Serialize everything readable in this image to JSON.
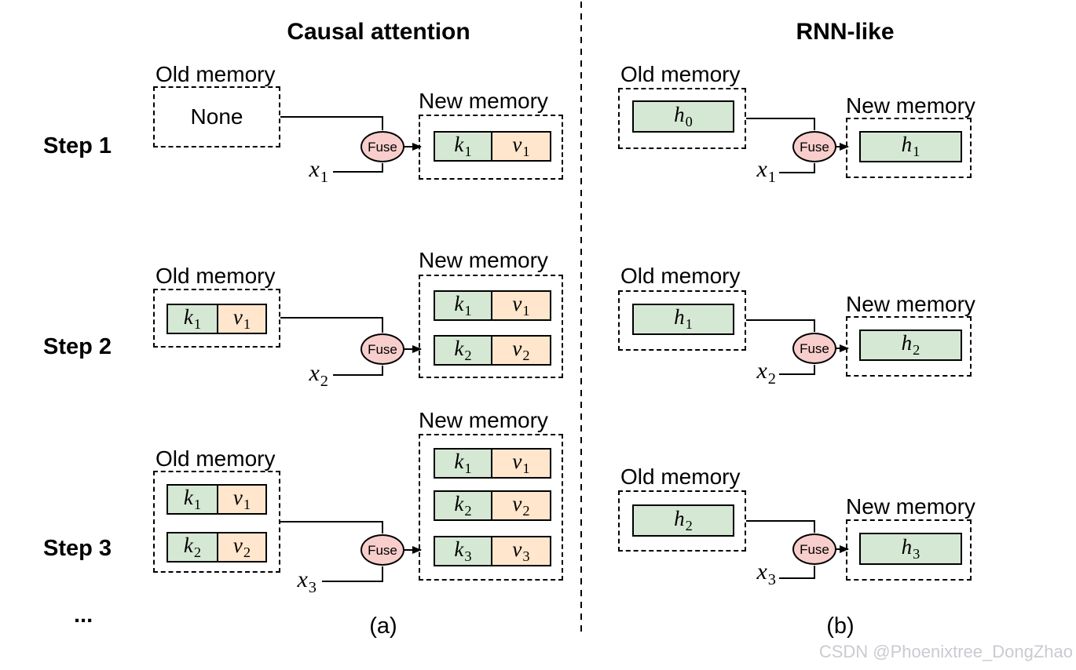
{
  "colors": {
    "key_green": "#d5e8d4",
    "value_orange": "#ffe6cc",
    "fuse_pink": "#f8cecc",
    "line_black": "#000000",
    "watermark_gray": "#c9cbd0"
  },
  "steps_column": {
    "labels": [
      "Step 1",
      "Step 2",
      "Step 3"
    ],
    "ellipsis": "..."
  },
  "causal": {
    "title": "Causal attention",
    "caption": "(a)",
    "steps": [
      {
        "old_label": "Old memory",
        "none": "None",
        "fuse": "Fuse",
        "input": {
          "base": "x",
          "sub": "1"
        },
        "new_label": "New memory",
        "new_rows": [
          {
            "k": {
              "base": "k",
              "sub": "1"
            },
            "v": {
              "base": "v",
              "sub": "1"
            }
          }
        ]
      },
      {
        "old_label": "Old memory",
        "old_rows": [
          {
            "k": {
              "base": "k",
              "sub": "1"
            },
            "v": {
              "base": "v",
              "sub": "1"
            }
          }
        ],
        "fuse": "Fuse",
        "input": {
          "base": "x",
          "sub": "2"
        },
        "new_label": "New memory",
        "new_rows": [
          {
            "k": {
              "base": "k",
              "sub": "1"
            },
            "v": {
              "base": "v",
              "sub": "1"
            }
          },
          {
            "k": {
              "base": "k",
              "sub": "2"
            },
            "v": {
              "base": "v",
              "sub": "2"
            }
          }
        ]
      },
      {
        "old_label": "Old memory",
        "old_rows": [
          {
            "k": {
              "base": "k",
              "sub": "1"
            },
            "v": {
              "base": "v",
              "sub": "1"
            }
          },
          {
            "k": {
              "base": "k",
              "sub": "2"
            },
            "v": {
              "base": "v",
              "sub": "2"
            }
          }
        ],
        "fuse": "Fuse",
        "input": {
          "base": "x",
          "sub": "3"
        },
        "new_label": "New memory",
        "new_rows": [
          {
            "k": {
              "base": "k",
              "sub": "1"
            },
            "v": {
              "base": "v",
              "sub": "1"
            }
          },
          {
            "k": {
              "base": "k",
              "sub": "2"
            },
            "v": {
              "base": "v",
              "sub": "2"
            }
          },
          {
            "k": {
              "base": "k",
              "sub": "3"
            },
            "v": {
              "base": "v",
              "sub": "3"
            }
          }
        ]
      }
    ]
  },
  "rnn": {
    "title": "RNN-like",
    "caption": "(b)",
    "steps": [
      {
        "old_label": "Old memory",
        "old_cell": {
          "base": "h",
          "sub": "0"
        },
        "fuse": "Fuse",
        "input": {
          "base": "x",
          "sub": "1"
        },
        "new_label": "New memory",
        "new_cell": {
          "base": "h",
          "sub": "1"
        }
      },
      {
        "old_label": "Old memory",
        "old_cell": {
          "base": "h",
          "sub": "1"
        },
        "fuse": "Fuse",
        "input": {
          "base": "x",
          "sub": "2"
        },
        "new_label": "New memory",
        "new_cell": {
          "base": "h",
          "sub": "2"
        }
      },
      {
        "old_label": "Old memory",
        "old_cell": {
          "base": "h",
          "sub": "2"
        },
        "fuse": "Fuse",
        "input": {
          "base": "x",
          "sub": "3"
        },
        "new_label": "New memory",
        "new_cell": {
          "base": "h",
          "sub": "3"
        }
      }
    ]
  },
  "watermark": {
    "text": "CSDN @Phoenixtree_DongZhao"
  }
}
